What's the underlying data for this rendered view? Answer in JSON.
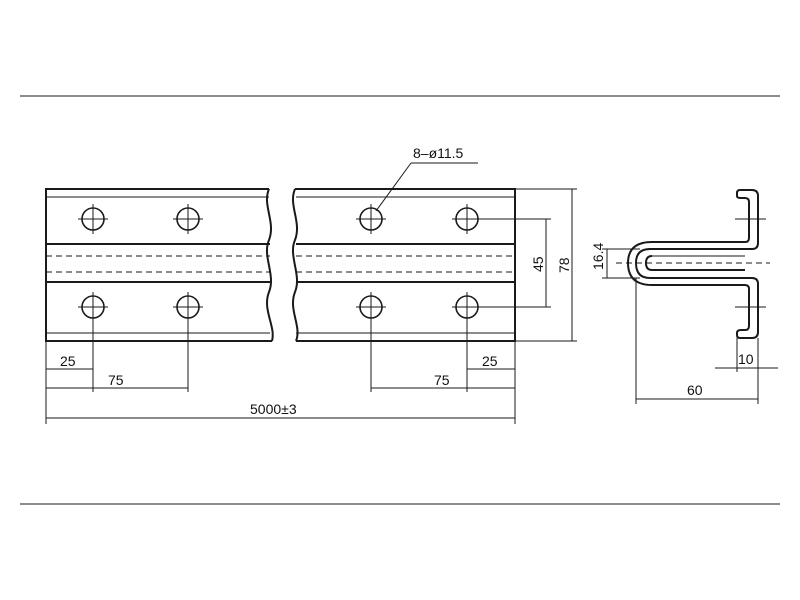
{
  "drawing": {
    "hole_callout": "8–ø11.5",
    "dimensions": {
      "edge_left": "25",
      "pitch_left": "75",
      "pitch_right": "75",
      "edge_right": "25",
      "total_length": "5000±3",
      "hole_rows": "45",
      "height": "78",
      "groove_width": "16.4",
      "flange": "10",
      "depth": "60"
    }
  }
}
